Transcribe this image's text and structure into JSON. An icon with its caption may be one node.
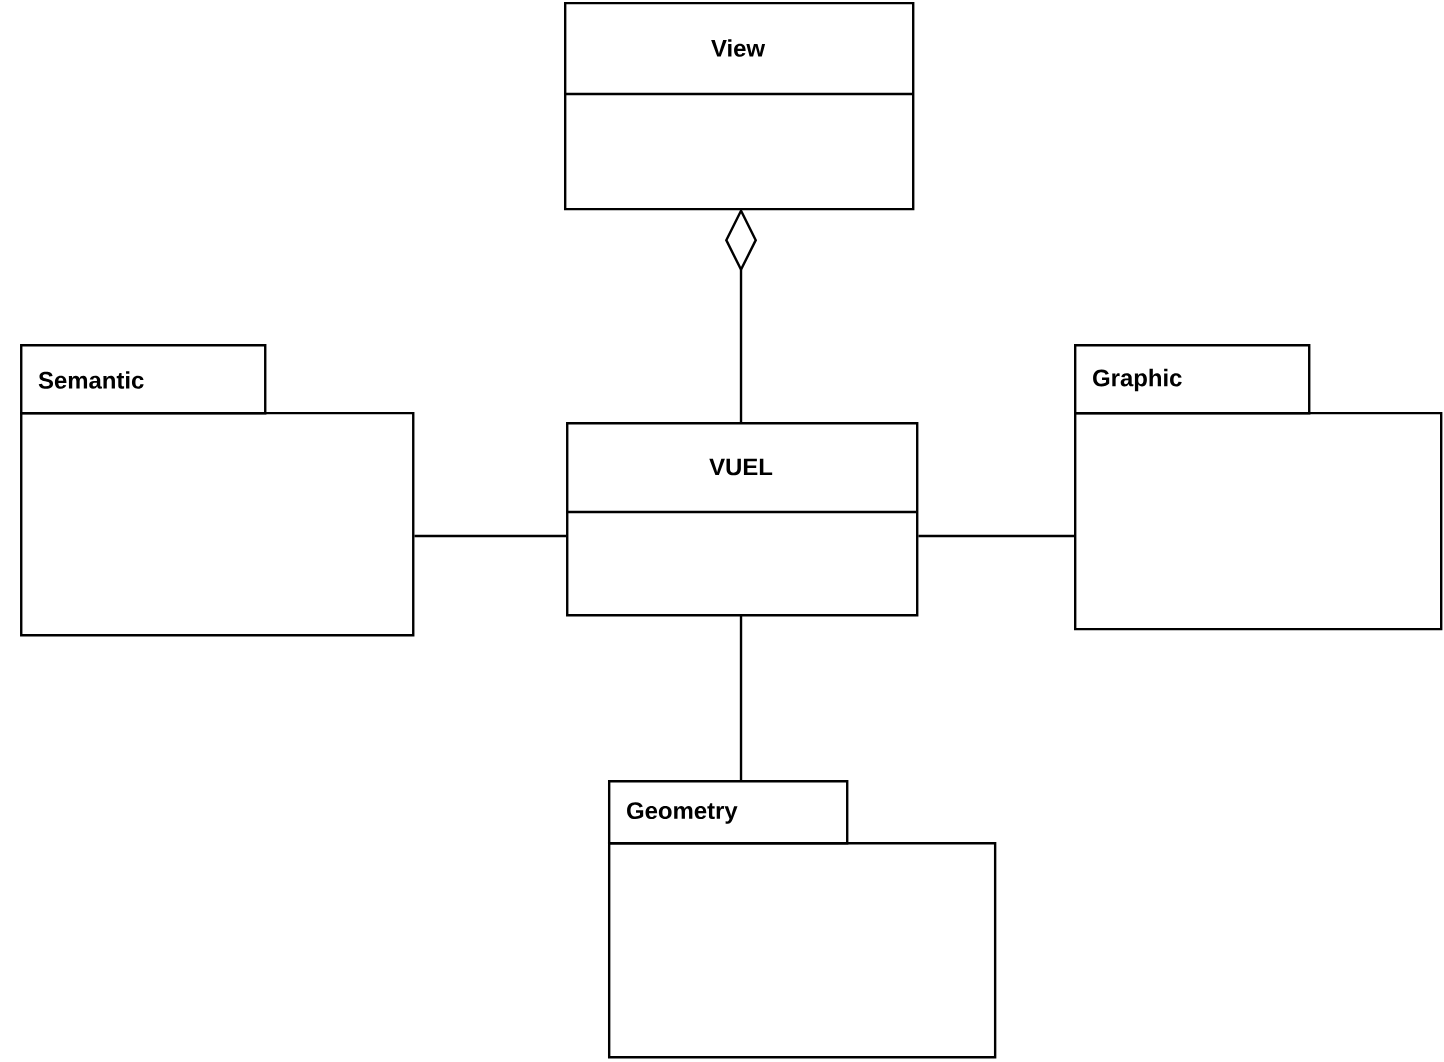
{
  "diagram": {
    "nodes": [
      {
        "text": [
          "View"
        ]
      },
      {
        "text": [
          "Semantic"
        ]
      },
      {
        "text": [
          "VUEL"
        ]
      },
      {
        "text": [
          "Graphic"
        ]
      },
      {
        "text": [
          "Geometry"
        ]
      }
    ],
    "edges": [
      {
        "from": 2,
        "to": 0,
        "arrow": "other"
      },
      {
        "from": 1,
        "to": 2,
        "arrow": "none"
      },
      {
        "from": 2,
        "to": 3,
        "arrow": "none"
      },
      {
        "from": 2,
        "to": 4,
        "arrow": "none"
      }
    ]
  }
}
